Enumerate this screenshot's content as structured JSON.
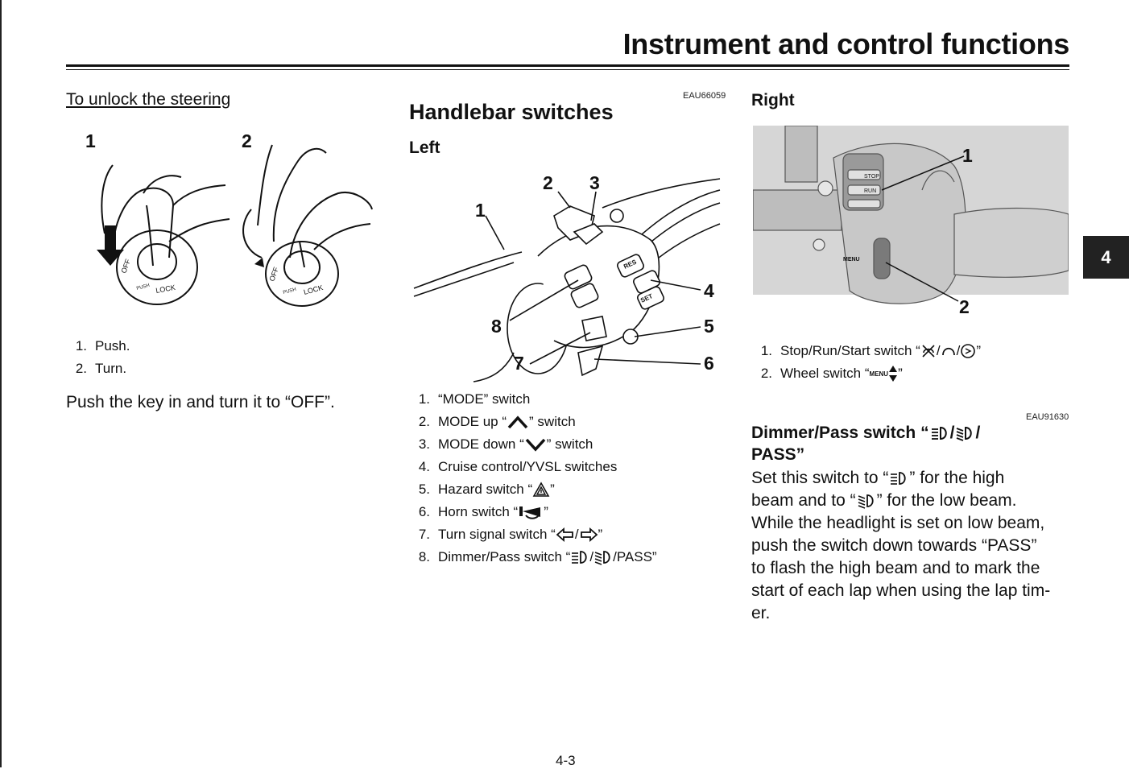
{
  "header": {
    "title": "Instrument and control functions"
  },
  "chapter_tab": "4",
  "page_number": "4-3",
  "unlock": {
    "heading": "To unlock the steering",
    "callouts": [
      "1",
      "2"
    ],
    "key_labels": {
      "off": "OFF",
      "push": "PUSH",
      "lock": "LOCK"
    },
    "captions": [
      {
        "num": "1.",
        "text": "Push."
      },
      {
        "num": "2.",
        "text": "Turn."
      }
    ],
    "body": "Push the key in and turn it to “OFF”."
  },
  "handlebar": {
    "code": "EAU66059",
    "title": "Handlebar switches",
    "left_label": "Left",
    "callouts": [
      "1",
      "2",
      "3",
      "4",
      "5",
      "6",
      "7",
      "8"
    ],
    "switch_labels": {
      "res": "RES",
      "set": "SET"
    },
    "captions": [
      {
        "num": "1.",
        "text": "“MODE” switch"
      },
      {
        "num": "2.",
        "pre": "MODE up “",
        "post": "” switch",
        "icon": "mode-up-icon"
      },
      {
        "num": "3.",
        "pre": "MODE down “",
        "post": "” switch",
        "icon": "mode-down-icon"
      },
      {
        "num": "4.",
        "text": "Cruise control/YVSL switches"
      },
      {
        "num": "5.",
        "pre": "Hazard switch “",
        "post": "”",
        "icon": "hazard-icon"
      },
      {
        "num": "6.",
        "pre": "Horn switch “",
        "post": "”",
        "icon": "horn-icon"
      },
      {
        "num": "7.",
        "pre": "Turn signal switch “",
        "mid": "/",
        "post": "”",
        "icon": "turn-signal-icons"
      },
      {
        "num": "8.",
        "pre": "Dimmer/Pass switch “",
        "mid": "/",
        "post": "/PASS”",
        "icon": "beam-icons"
      }
    ]
  },
  "right": {
    "label": "Right",
    "callouts": [
      "1",
      "2"
    ],
    "switch_labels": {
      "stop": "STOP",
      "run": "RUN",
      "menu": "MENU"
    },
    "captions": [
      {
        "num": "1.",
        "pre": "Stop/Run/Start switch “",
        "post": "”",
        "icon": "stop-run-start-icons"
      },
      {
        "num": "2.",
        "pre": "Wheel switch “",
        "post": "”",
        "icon": "menu-wheel-icon"
      }
    ]
  },
  "dimmer": {
    "code": "EAU91630",
    "title_pre": "Dimmer/Pass switch “",
    "title_mid": "/",
    "title_post": "/",
    "title_line2": "PASS”",
    "p1_a": "Set this switch to “",
    "p1_b": "” for the high",
    "p2_a": "beam and to “",
    "p2_b": "” for the low beam.",
    "lines": [
      "While the headlight is set on low beam,",
      "push the switch down towards “PASS”",
      "to flash the high beam and to mark the",
      "start of each lap when using the lap tim-",
      "er."
    ],
    "menu_label": "MENU"
  }
}
